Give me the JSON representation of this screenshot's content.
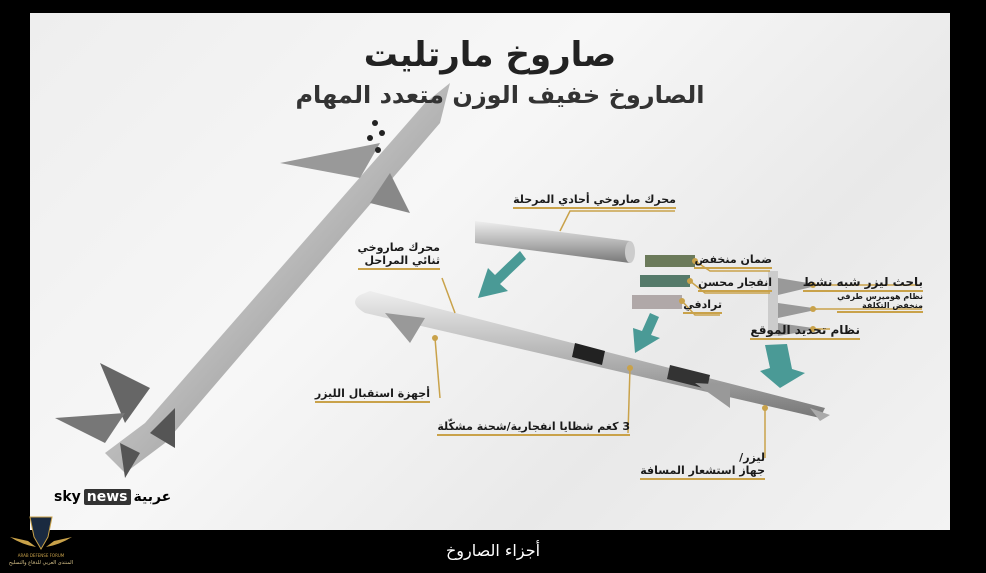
{
  "infographic": {
    "title": "صاروخ مارتليت",
    "subtitle": "الصاروخ خفيف الوزن متعدد المهام",
    "labels": {
      "single_stage_motor": "محرك صاروخي أحادي المرحلة",
      "dual_stage_motor_1": "محرك صاروخي",
      "dual_stage_motor_2": "ثنائي المراحل",
      "low_insensitive": "ضمان منخفض",
      "enhanced_blast": "انفجار محسن",
      "tandem": "ترادفي",
      "semi_active_laser": "باحث ليزر شبه نشط",
      "homing_1": "نظام هوميرس طرفي",
      "homing_2": "منخفض التكلفة",
      "positioning": "نظام تحديد الموقع",
      "laser_receivers": "أجهزة استقبال الليزر",
      "warhead": "3 كغم شظايا انفجارية/شحنة مشكّلة",
      "laser_1": "ليزر/",
      "laser_2": "جهاز استشعار المسافة"
    },
    "logo": {
      "sky": "sky",
      "news": "news",
      "arabic": "عربية"
    }
  },
  "caption": "أجزاء الصاروخ",
  "watermark": {
    "en": "ARAB DEFENSE FORUM",
    "ar": "المنتدى العربي للدفاع والتسليح"
  },
  "colors": {
    "accent": "#c9a24a",
    "arrow": "#4a9a96"
  }
}
